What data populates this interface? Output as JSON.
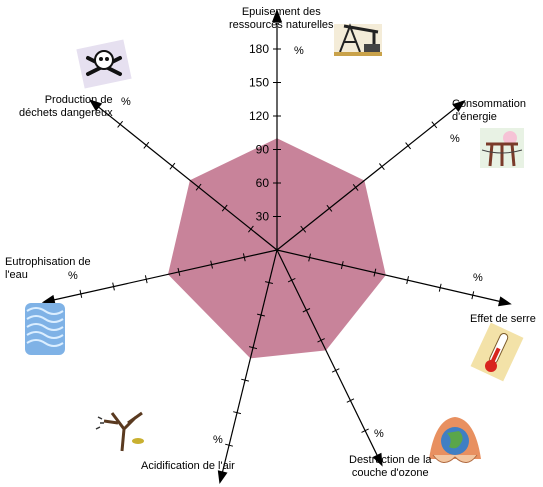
{
  "chart_data": {
    "type": "radar",
    "title": "",
    "unit": "%",
    "scale_ticks": [
      30,
      60,
      90,
      120,
      150,
      180
    ],
    "axes": [
      "Epuisement des\nressources naturelles",
      "Consommation\nd'énergie",
      "Effet de serre",
      "Destruction de la\ncouche d'ozone",
      "Acidification de l'air",
      "Eutrophisation de\nl'eau",
      "Production de\ndéchets dangereux"
    ],
    "values": [
      100,
      100,
      100,
      100,
      100,
      100,
      100
    ],
    "fill_color": "#c8839a",
    "axis_color": "#000000",
    "icons": [
      "oil-pump-icon",
      "power-lines-icon",
      "thermometer-icon",
      "earth-ozone-icon",
      "dead-tree-icon",
      "waves-icon",
      "skull-crossbones-icon"
    ]
  }
}
